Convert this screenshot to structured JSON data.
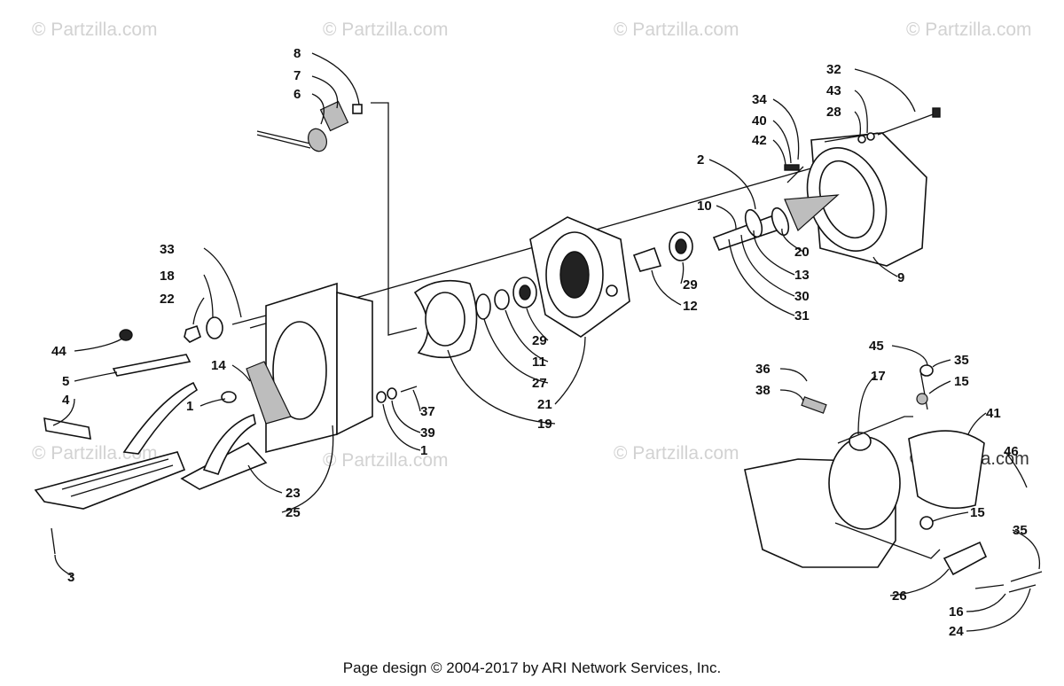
{
  "watermark": "© Partzilla.com",
  "watermark_dark": "© Partzilla.com",
  "footer": "Page design © 2004-2017 by ARI Network Services, Inc.",
  "callouts": {
    "c8": "8",
    "c7": "7",
    "c6": "6",
    "c32": "32",
    "c43": "43",
    "c28": "28",
    "c34": "34",
    "c40": "40",
    "c42": "42",
    "c2": "2",
    "c10": "10",
    "c20": "20",
    "c13": "13",
    "c30": "30",
    "c31": "31",
    "c9": "9",
    "c29a": "29",
    "c12": "12",
    "c33": "33",
    "c18": "18",
    "c22": "22",
    "c44": "44",
    "c5": "5",
    "c4": "4",
    "c14": "14",
    "c1a": "1",
    "c3": "3",
    "c29b": "29",
    "c11": "11",
    "c27": "27",
    "c21": "21",
    "c19": "19",
    "c37": "37",
    "c39": "39",
    "c1b": "1",
    "c23": "23",
    "c25": "25",
    "c45": "45",
    "c35a": "35",
    "c15a": "15",
    "c36": "36",
    "c38": "38",
    "c17": "17",
    "c41": "41",
    "c46": "46",
    "c15b": "15",
    "c35b": "35",
    "c26": "26",
    "c16": "16",
    "c24": "24"
  }
}
